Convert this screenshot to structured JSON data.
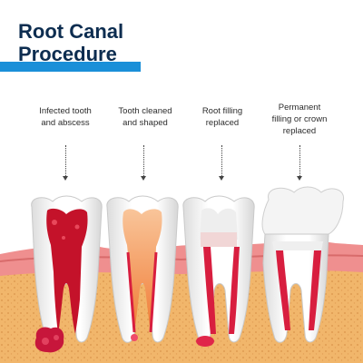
{
  "title": {
    "line1": "Root Canal",
    "line2": "Procedure"
  },
  "colors": {
    "title_text": "#0d2d50",
    "accent_bar": "#1a8fd8",
    "gum": "#e8a27a",
    "bone": "#f1b66b",
    "tooth": "#ffffff",
    "pulp_infected": "#c4122a",
    "root_filling": "#d81e3f",
    "crown": "#ffffff"
  },
  "stages": [
    {
      "label_line1": "Infected tooth",
      "label_line2": "and abscess",
      "label_line3": ""
    },
    {
      "label_line1": "Tooth cleaned",
      "label_line2": "and shaped",
      "label_line3": ""
    },
    {
      "label_line1": "Root filling",
      "label_line2": "replaced",
      "label_line3": ""
    },
    {
      "label_line1": "Permanent",
      "label_line2": "filling or crown",
      "label_line3": "replaced"
    }
  ]
}
